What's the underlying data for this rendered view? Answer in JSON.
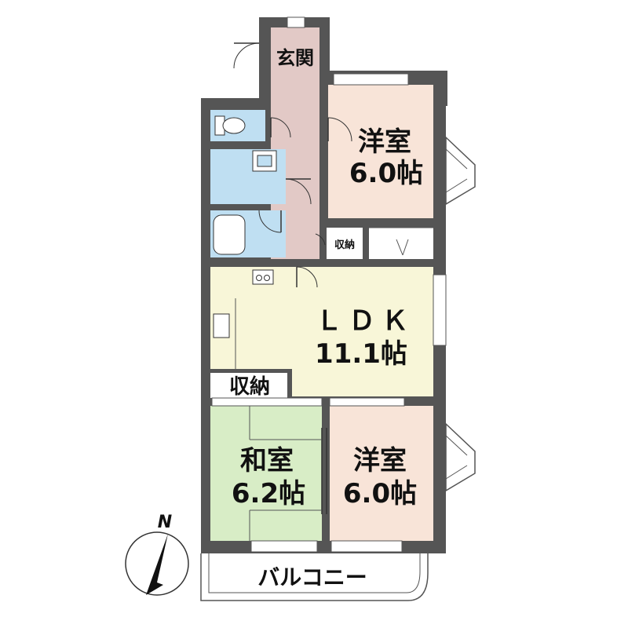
{
  "rooms": {
    "entrance": {
      "name": "玄関"
    },
    "western_room_top": {
      "name": "洋室",
      "size": "6.0帖"
    },
    "storage_small": {
      "name": "収納"
    },
    "ldk": {
      "name": "ＬＤＫ",
      "size": "11.1帖"
    },
    "storage_ldk": {
      "name": "収納"
    },
    "japanese_room": {
      "name": "和室",
      "size": "6.2帖"
    },
    "western_room_bottom": {
      "name": "洋室",
      "size": "6.0帖"
    },
    "balcony": {
      "name": "バルコニー"
    }
  },
  "compass": {
    "label": "N"
  },
  "colors": {
    "wall": "#555555",
    "western_room": "#f8e4d8",
    "entrance": "#e2c9c6",
    "wet_area": "#bfdff2",
    "ldk": "#f8f6d8",
    "japanese_room": "#d8edc6",
    "storage": "#ffffff"
  }
}
